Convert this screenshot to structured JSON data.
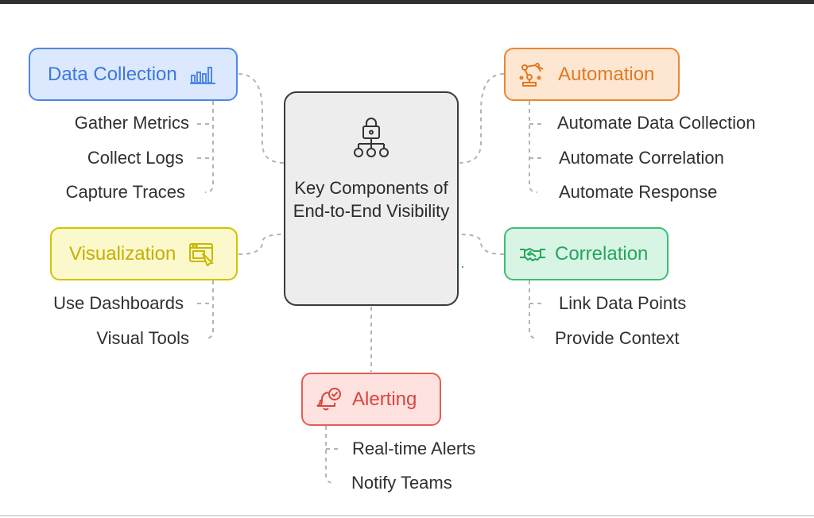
{
  "center": {
    "title": "Key Components of End-to-End Visibility",
    "icon": "lock-hierarchy-icon"
  },
  "colors": {
    "data_collection": "#4f86e8",
    "visualization": "#d2c200",
    "automation": "#ea8732",
    "correlation": "#3bbf75",
    "alerting": "#e35d56"
  },
  "nodes": {
    "data_collection": {
      "label": "Data Collection",
      "icon": "bar-chart-icon",
      "items": [
        "Gather Metrics",
        "Collect Logs",
        "Capture Traces"
      ]
    },
    "visualization": {
      "label": "Visualization",
      "icon": "screen-pointer-icon",
      "items": [
        "Use Dashboards",
        "Visual Tools"
      ]
    },
    "automation": {
      "label": "Automation",
      "icon": "robot-arm-icon",
      "items": [
        "Automate Data Collection",
        "Automate Correlation",
        "Automate Response"
      ]
    },
    "correlation": {
      "label": "Correlation",
      "icon": "handshake-icon",
      "items": [
        "Link Data Points",
        "Provide Context"
      ]
    },
    "alerting": {
      "label": "Alerting",
      "icon": "bell-check-icon",
      "items": [
        "Real-time Alerts",
        "Notify Teams"
      ]
    }
  }
}
